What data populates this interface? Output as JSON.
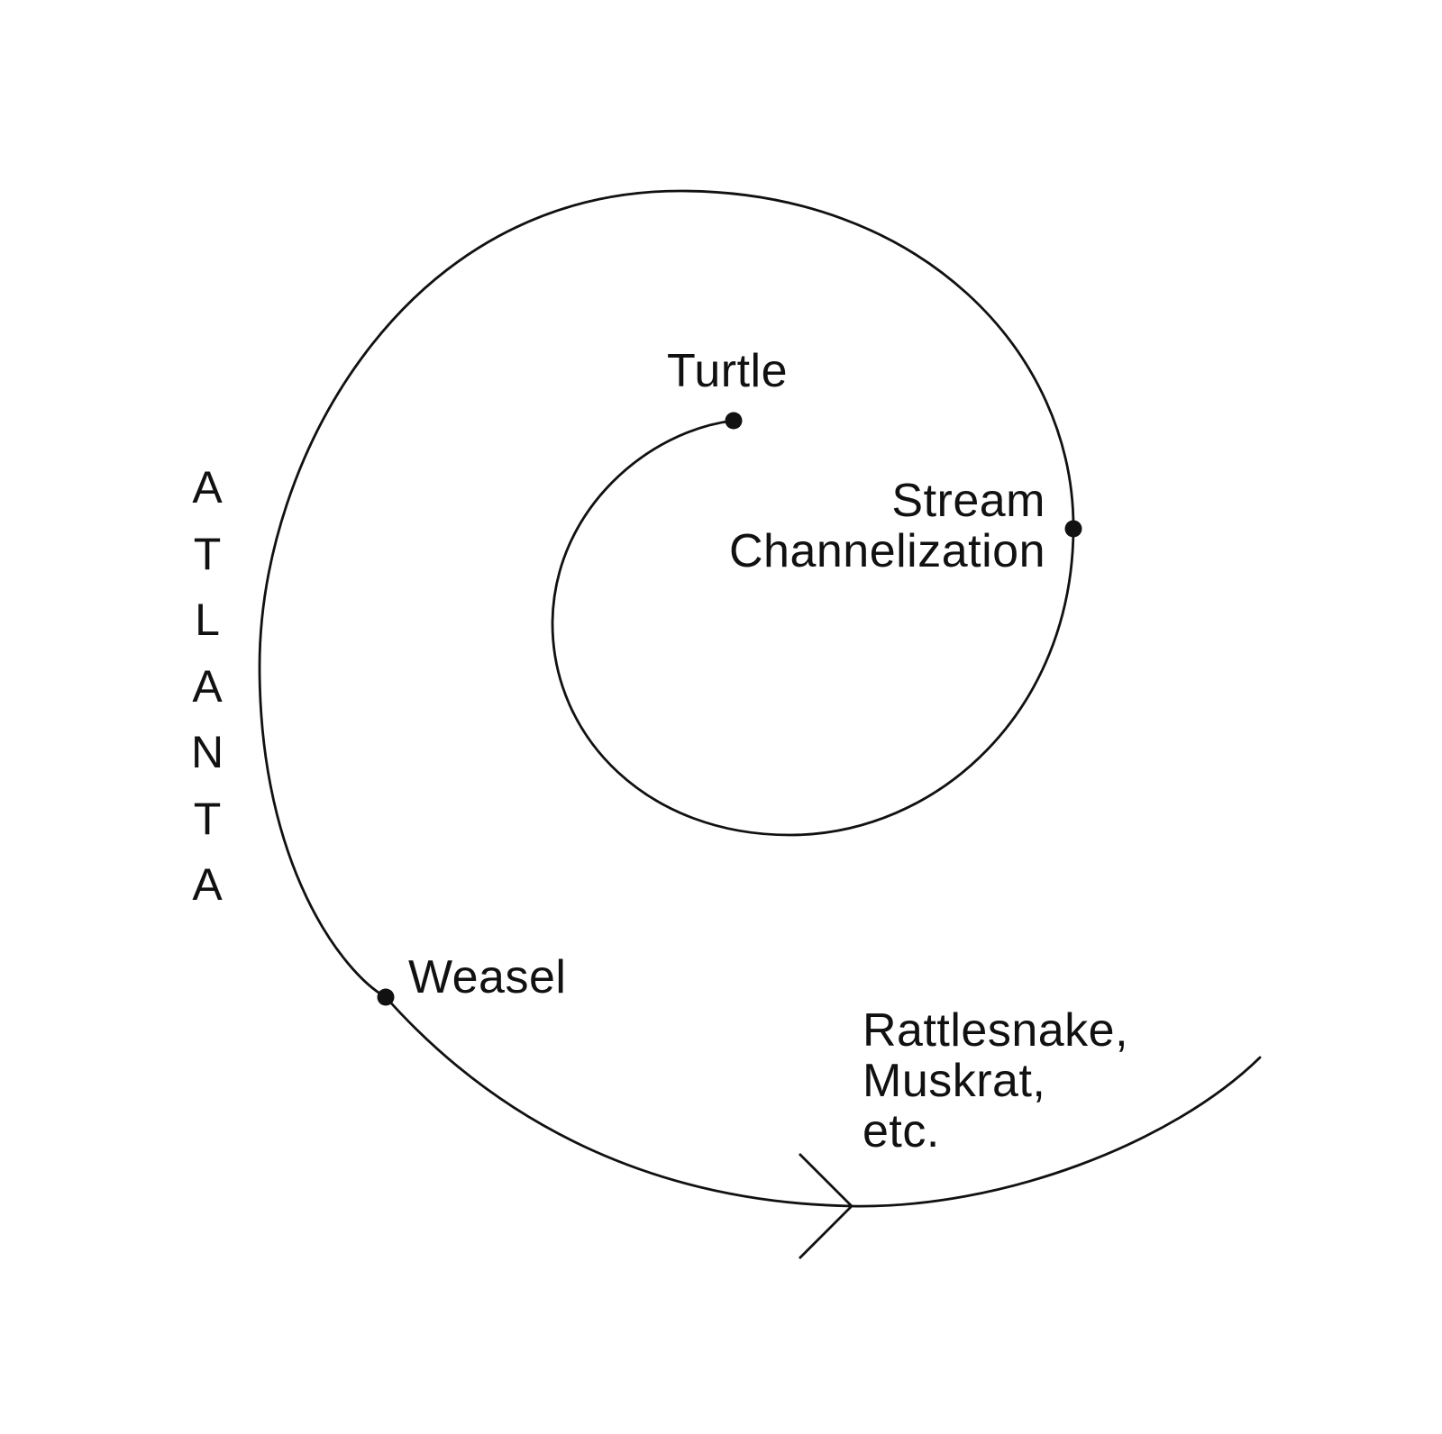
{
  "diagram": {
    "vertical_title_letters": [
      "A",
      "T",
      "L",
      "A",
      "N",
      "T",
      "A"
    ],
    "nodes": {
      "turtle": "Turtle",
      "stream_line1": "Stream",
      "stream_line2": "Channelization",
      "weasel": "Weasel",
      "end_line1": "Rattlesnake,",
      "end_line2": "Muskrat,",
      "end_line3": "etc."
    },
    "colors": {
      "line": "#111111",
      "background": "#ffffff"
    },
    "icons": {
      "arrowhead": "arrow-right-icon",
      "node_dot": "dot-icon"
    }
  }
}
